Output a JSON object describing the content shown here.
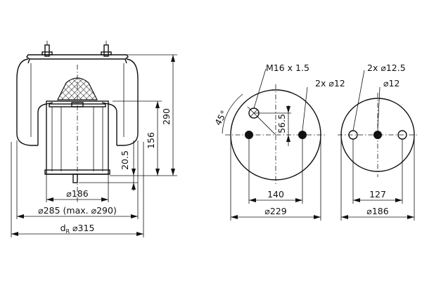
{
  "side_view": {
    "dim_height": "290",
    "dim_piston_height": "156",
    "dim_offset": "20.5",
    "dim_piston_diameter": "⌀186",
    "dim_bellow_diameter": "⌀285 (max. ⌀290)",
    "dim_dr_prefix": "d",
    "dim_dr_subscript": "R",
    "dim_dr_value": " ⌀315"
  },
  "top_plate": {
    "thread_label": "M16 x 1.5",
    "holes_label": "2x ⌀12",
    "angle_label": "45°",
    "dim_offset": "56.5",
    "dim_hole_spacing": "140",
    "dim_diameter": "⌀229"
  },
  "bottom_plate": {
    "holes_label": "2x ⌀12.5",
    "center_hole_label": "⌀12",
    "dim_hole_spacing": "127",
    "dim_diameter": "⌀186"
  }
}
